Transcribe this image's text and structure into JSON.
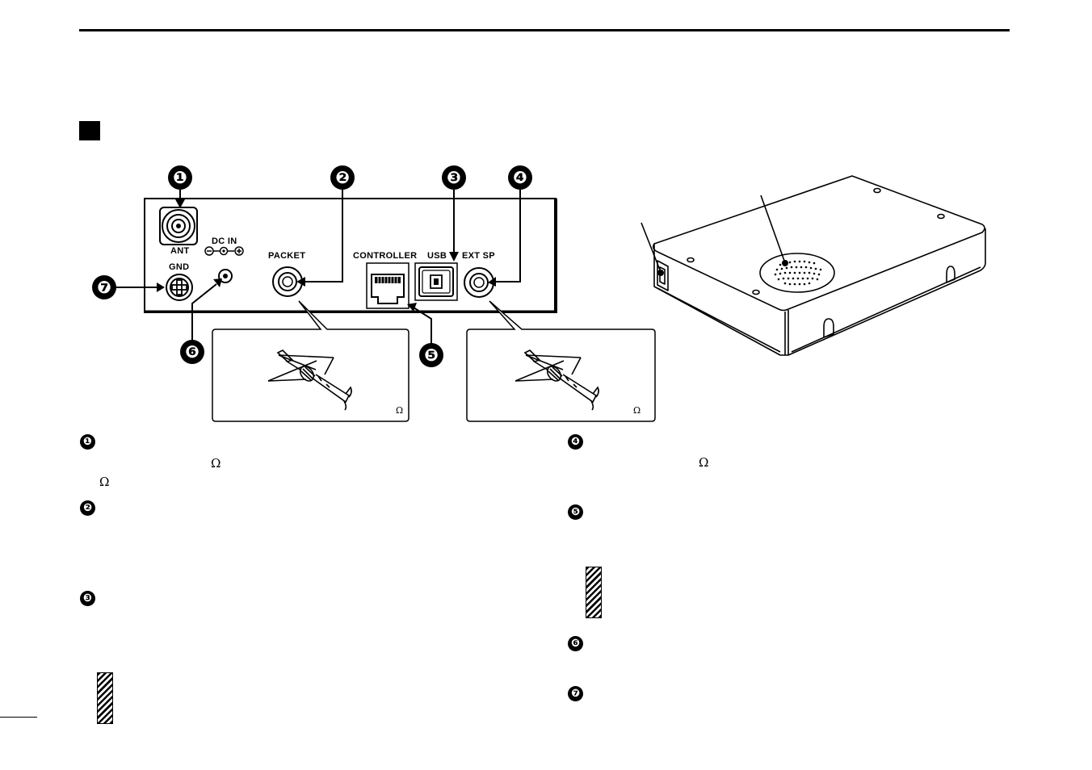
{
  "labels": {
    "ant": "ANT",
    "dc_in": "DC IN",
    "gnd": "GND",
    "packet": "PACKET",
    "controller": "CONTROLLER",
    "usb": "USB",
    "ext_sp": "EXT SP"
  },
  "callouts": [
    "❶",
    "❷",
    "❸",
    "❹",
    "❺",
    "❻",
    "❼"
  ],
  "ohm_symbol": "Ω",
  "icons": {
    "section_marker": "black-square-icon",
    "caution_marker": "hatched-caution-icon",
    "power_polarity": "dc-polarity-symbol-icon"
  }
}
